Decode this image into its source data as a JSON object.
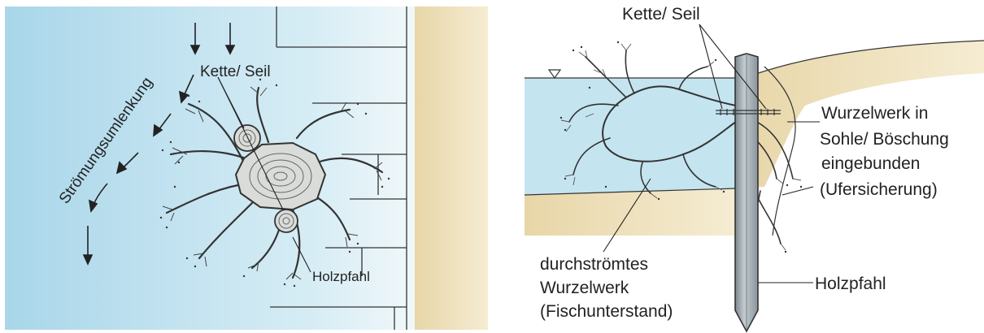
{
  "left_panel": {
    "labels": {
      "chain_rope": "Kette/ Seil",
      "flow_deflection": "Strömungsumlenkung",
      "wooden_pile": "Holzpfahl"
    }
  },
  "right_panel": {
    "labels": {
      "chain_rope": "Kette/ Seil",
      "root_system_line1": "Wurzelwerk in",
      "root_system_line2": "Sohle/ Böschung",
      "root_system_line3": "eingebunden",
      "root_system_line4": "(Ufersicherung)",
      "flow_through_line1": "durchströmtes",
      "flow_through_line2": "Wurzelwerk",
      "flow_through_line3": "(Fischunterstand)",
      "wooden_pile": "Holzpfahl"
    }
  },
  "colors": {
    "water": "#c9e6f1",
    "bank": "#efe4c2",
    "pile": "#a8b2b8",
    "ink": "#222222"
  }
}
